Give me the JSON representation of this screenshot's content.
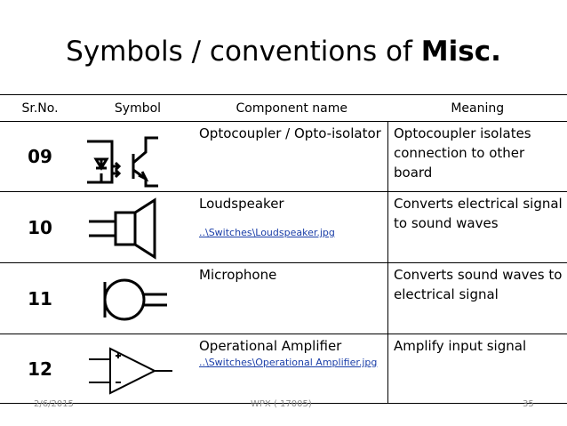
{
  "title": {
    "prefix": "Symbols / conventions of ",
    "bold": "Misc."
  },
  "table": {
    "headers": {
      "srno": "Sr.No.",
      "symbol": "Symbol",
      "component": "Component name",
      "meaning": "Meaning"
    },
    "rows": [
      {
        "srno": "09",
        "symbol": "optocoupler-symbol",
        "component": "Optocoupler / Opto-isolator",
        "link": "",
        "meaning": "Optocoupler isolates connection to other board"
      },
      {
        "srno": "10",
        "symbol": "loudspeaker-symbol",
        "component": "Loudspeaker",
        "link": "..\\Switches\\Loudspeaker.jpg",
        "meaning": "Converts electrical signal to sound waves"
      },
      {
        "srno": "11",
        "symbol": "microphone-symbol",
        "component": "Microphone",
        "link": "",
        "meaning": "Converts sound waves to electrical signal"
      },
      {
        "srno": "12",
        "symbol": "op-amp-symbol",
        "component": "Operational Amplifier",
        "link": "..\\Switches\\Operational Amplifier.jpg",
        "meaning": "Amplify input signal"
      }
    ]
  },
  "footer": {
    "date": "2/6/2015",
    "center": "WPX ( 17005)",
    "page": "35"
  }
}
